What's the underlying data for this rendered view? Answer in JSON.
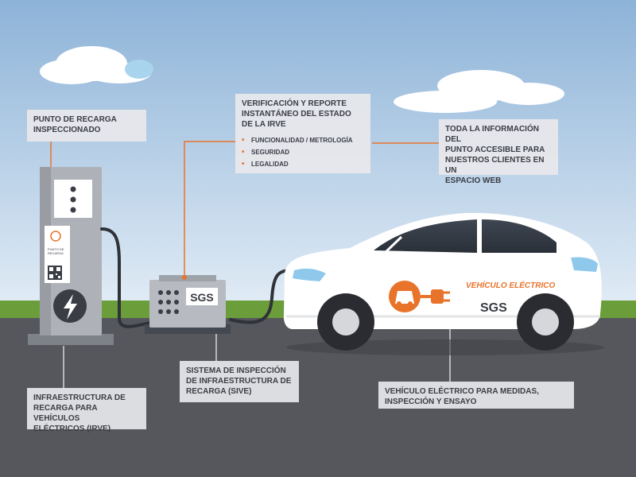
{
  "labels": {
    "punto": {
      "lines": [
        "PUNTO DE RECARGA",
        "INSPECCIONADO"
      ]
    },
    "verificacion": {
      "lines": [
        "VERIFICACIÓN Y REPORTE",
        "INSTANTÁNEO DEL ESTADO",
        "DE LA IRVE"
      ],
      "bullets": [
        "FUNCIONALIDAD / METROLOGÍA",
        "SEGURIDAD",
        "LEGALIDAD"
      ]
    },
    "informacion": {
      "lines": [
        "TODA LA INFORMACIÓN DEL",
        "PUNTO ACCESIBLE PARA",
        "NUESTROS CLIENTES EN UN",
        "ESPACIO WEB"
      ]
    },
    "infraestructura": {
      "lines": [
        "INFRAESTRUCTURA DE",
        "RECARGA PARA VEHÍCULOS",
        "ELÉCTRICOS (IRVE)"
      ]
    },
    "sistema": {
      "lines": [
        "SISTEMA DE INSPECCIÓN",
        "DE INFRAESTRUCTURA DE",
        "RECARGA (SIVE)"
      ]
    },
    "vehiculo": {
      "lines": [
        "VEHÍCULO ELÉCTRICO PARA MEDIDAS,",
        "INSPECCIÓN Y ENSAYO"
      ]
    }
  },
  "car": {
    "title": "VEHÍCULO ELÉCTRICO",
    "brand": "SGS"
  },
  "device": {
    "brand": "SGS"
  },
  "station": {
    "sticker_lines": [
      "PUNTO DE",
      "RECARGA"
    ]
  },
  "colors": {
    "sky_top": "#8fb4d6",
    "sky_bottom": "#dbe8f3",
    "grass": "#6b9e3a",
    "road": "#55575c",
    "accent": "#e8732a",
    "car_body": "#ffffff",
    "label_bg": "#e8e8ec"
  }
}
